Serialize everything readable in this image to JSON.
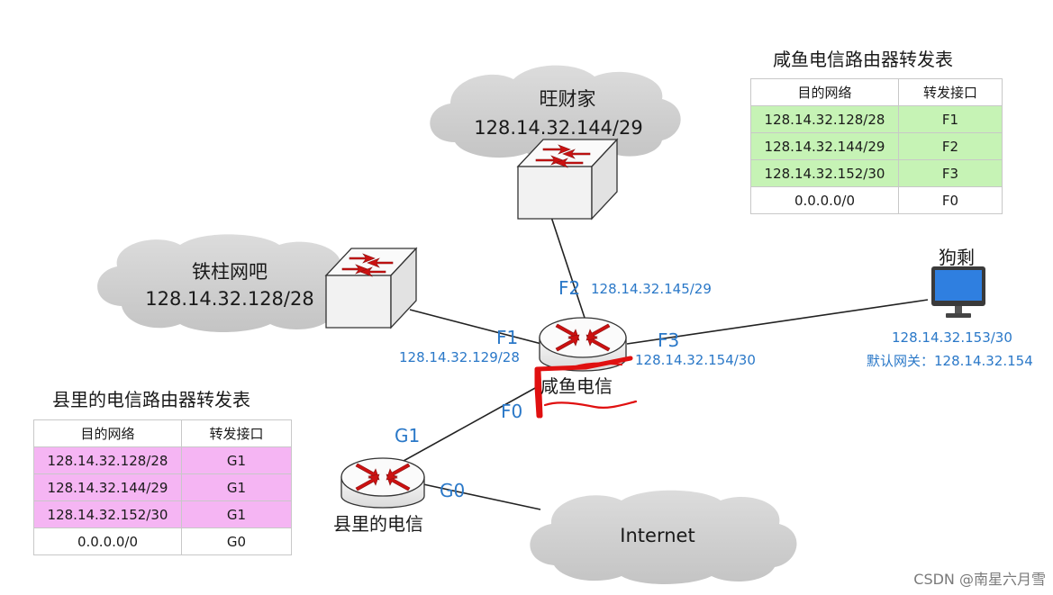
{
  "clouds": {
    "wangcaijia": {
      "name": "旺财家",
      "network": "128.14.32.144/29"
    },
    "tiezhu": {
      "name": "铁柱网吧",
      "network": "128.14.32.128/28"
    },
    "internet": {
      "name": "Internet"
    }
  },
  "router_xianyu": {
    "label": "咸鱼电信",
    "f1": {
      "name": "F1",
      "ip": "128.14.32.129/28"
    },
    "f2": {
      "name": "F2",
      "ip": "128.14.32.145/29"
    },
    "f3": {
      "name": "F3",
      "ip": "128.14.32.154/30"
    },
    "f0": {
      "name": "F0"
    }
  },
  "router_county": {
    "label": "县里的电信",
    "g1": {
      "name": "G1"
    },
    "g0": {
      "name": "G0"
    }
  },
  "pc": {
    "name": "狗剩",
    "ip": "128.14.32.153/30",
    "gateway": "默认网关：128.14.32.154"
  },
  "table_xianyu": {
    "title": "咸鱼电信路由器转发表",
    "headers": [
      "目的网络",
      "转发接口"
    ],
    "rows": [
      {
        "net": "128.14.32.128/28",
        "iface": "F1"
      },
      {
        "net": "128.14.32.144/29",
        "iface": "F2"
      },
      {
        "net": "128.14.32.152/30",
        "iface": "F3"
      },
      {
        "net": "0.0.0.0/0",
        "iface": "F0"
      }
    ]
  },
  "table_county": {
    "title": "县里的电信路由器转发表",
    "headers": [
      "目的网络",
      "转发接口"
    ],
    "rows": [
      {
        "net": "128.14.32.128/28",
        "iface": "G1"
      },
      {
        "net": "128.14.32.144/29",
        "iface": "G1"
      },
      {
        "net": "128.14.32.152/30",
        "iface": "G1"
      },
      {
        "net": "0.0.0.0/0",
        "iface": "G0"
      }
    ]
  },
  "watermark": "CSDN @南星六月雪",
  "colors": {
    "blue_label": "#2a78c8",
    "table1_highlight": "#c6f3b5",
    "table2_highlight": "#f5b5f3",
    "arrow_red": "#cc1111",
    "annotation_red": "#e01010",
    "pc_screen": "#2f7fe0"
  }
}
